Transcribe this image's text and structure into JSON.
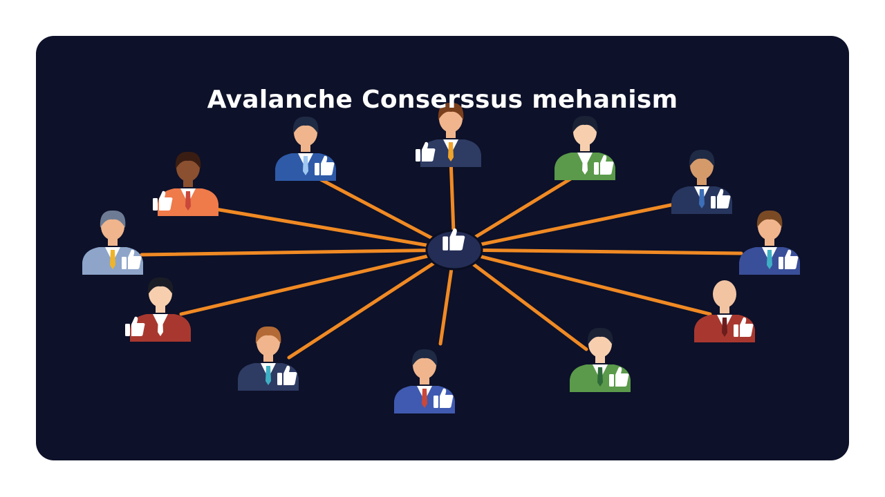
{
  "title": "Avalanche Conserssus mehanism",
  "colors": {
    "background": "#0d1129",
    "page": "#ffffff",
    "link": "#f08a24",
    "hub": "#232d55",
    "thumb": "#ffffff"
  },
  "hub": {
    "icon": "thumbs-up-icon"
  },
  "participants": [
    {
      "id": "top-center",
      "skin": "#f0b58c",
      "hair": "#7a3f1c",
      "shirt": "#2e3b63",
      "tie": "#f0a42a",
      "thumb": "left"
    },
    {
      "id": "top-left",
      "skin": "#f0b58c",
      "hair": "#1f2a44",
      "shirt": "#2e5aa8",
      "tie": "#9fc7f0",
      "thumb": "right"
    },
    {
      "id": "top-right",
      "skin": "#f7cfae",
      "hair": "#1b2236",
      "shirt": "#5a9a4a",
      "tie": "#ffffff",
      "thumb": "right"
    },
    {
      "id": "upper-left",
      "skin": "#8a5030",
      "hair": "#3a1d12",
      "shirt": "#ef7a4a",
      "tie": "#c9483a",
      "thumb": "left"
    },
    {
      "id": "upper-right",
      "skin": "#d59a6a",
      "hair": "#1f2a44",
      "shirt": "#27365e",
      "tie": "#3d6fb8",
      "thumb": "right"
    },
    {
      "id": "mid-left",
      "skin": "#f0b58c",
      "hair": "#6d7c94",
      "shirt": "#8ea5c9",
      "tie": "#f0b42a",
      "thumb": "right"
    },
    {
      "id": "mid-right",
      "skin": "#f0b58c",
      "hair": "#7a4a24",
      "shirt": "#3a4f9a",
      "tie": "#3fb0c4",
      "thumb": "right"
    },
    {
      "id": "lower-left",
      "skin": "#f7cfae",
      "hair": "#1b1d26",
      "shirt": "#a8382f",
      "tie": "#ffffff",
      "thumb": "left"
    },
    {
      "id": "lower-right",
      "skin": "#f2c4a2",
      "hair": "#f2c4a2",
      "shirt": "#a8382f",
      "tie": "#6b1d1d",
      "thumb": "right"
    },
    {
      "id": "bottom-left",
      "skin": "#f0b58c",
      "hair": "#b36a36",
      "shirt": "#2e3b63",
      "tie": "#3fb0c4",
      "thumb": "right"
    },
    {
      "id": "bottom-center",
      "skin": "#f0b58c",
      "hair": "#1f2a44",
      "shirt": "#3f5ab0",
      "tie": "#c9483a",
      "thumb": "right"
    },
    {
      "id": "bottom-right",
      "skin": "#f7cfae",
      "hair": "#1b2236",
      "shirt": "#5a9a4a",
      "tie": "#2f6a3a",
      "thumb": "right"
    }
  ]
}
